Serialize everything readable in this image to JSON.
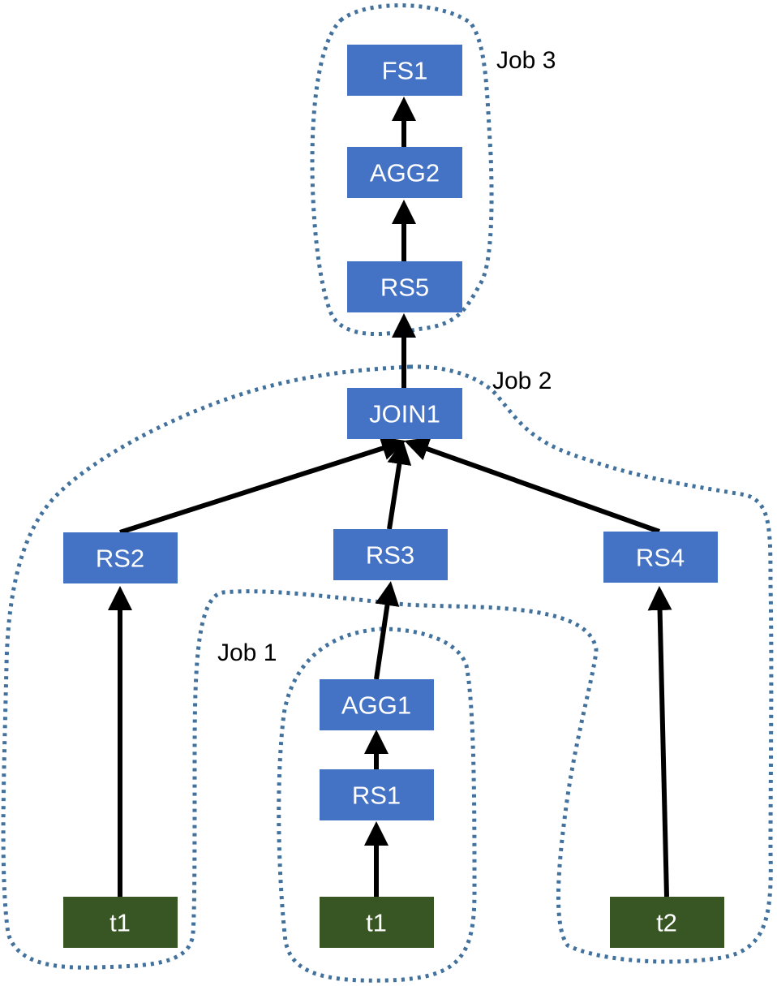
{
  "colors": {
    "operator_fill": "#4472C4",
    "table_fill": "#375623",
    "job_outline": "#41719C",
    "edge": "#000000"
  },
  "nodes": {
    "fs1": "FS1",
    "agg2": "AGG2",
    "rs5": "RS5",
    "join1": "JOIN1",
    "rs2": "RS2",
    "rs3": "RS3",
    "rs4": "RS4",
    "agg1": "AGG1",
    "rs1": "RS1",
    "t1_left": "t1",
    "t1_mid": "t1",
    "t2": "t2"
  },
  "jobs": {
    "job1": "Job 1",
    "job2": "Job 2",
    "job3": "Job 3"
  }
}
